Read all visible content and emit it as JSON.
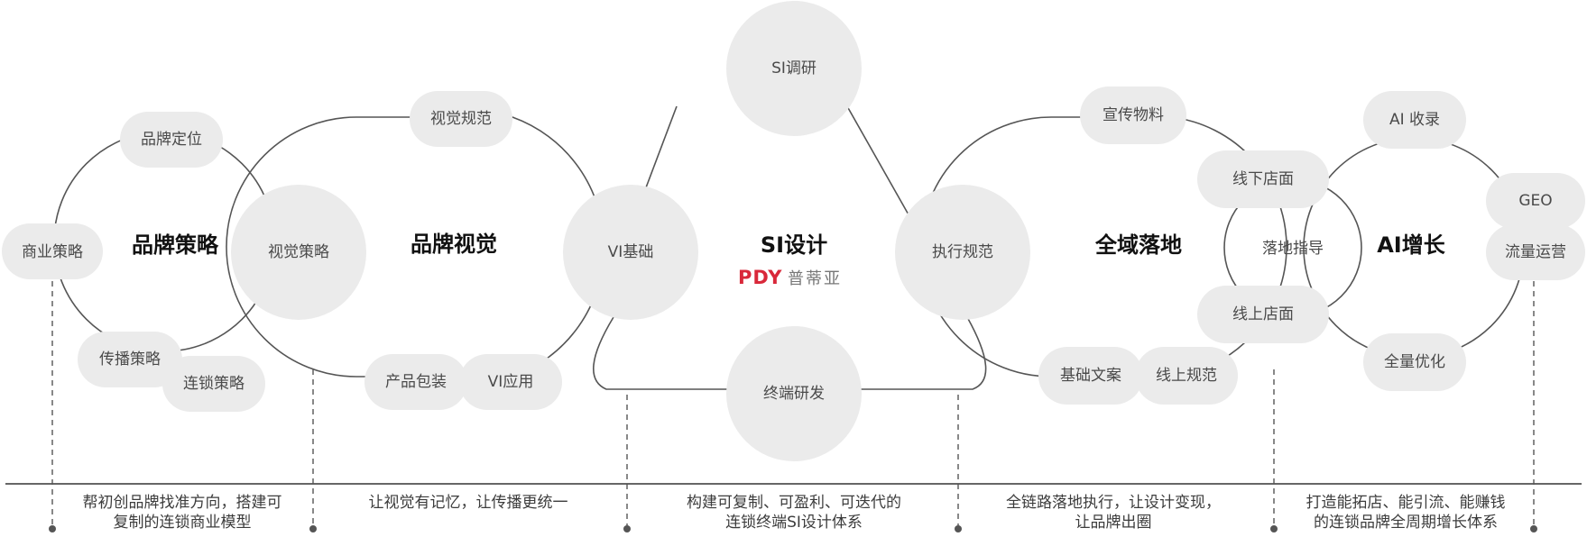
{
  "sections": [
    {
      "id": "brand-strategy",
      "title": "品牌策略",
      "nodes": [
        "品牌定位",
        "商业策略",
        "传播策略",
        "连锁策略",
        "视觉策略"
      ],
      "description": [
        "帮初创品牌找准方向，搭建可",
        "复制的连锁商业模型"
      ]
    },
    {
      "id": "brand-visual",
      "title": "品牌视觉",
      "nodes": [
        "视觉规范",
        "产品包装",
        "VI应用",
        "VI基础"
      ],
      "description": [
        "让视觉有记忆，让传播更统一"
      ]
    },
    {
      "id": "si-design",
      "title": "SI设计",
      "nodes": [
        "SI调研",
        "终端研发",
        "执行规范"
      ],
      "description": [
        "构建可复制、可盈利、可迭代的",
        "连锁终端SI设计体系"
      ]
    },
    {
      "id": "full-landing",
      "title": "全域落地",
      "nodes": [
        "宣传物料",
        "线下店面",
        "落地指导",
        "线上店面",
        "基础文案",
        "线上规范"
      ],
      "description": [
        "全链路落地执行，让设计变现，",
        "让品牌出圈"
      ]
    },
    {
      "id": "ai-growth",
      "title": "AI增长",
      "nodes": [
        "AI 收录",
        "GEO",
        "流量运营",
        "全量优化"
      ],
      "description": [
        "打造能拓店、能引流、能赚钱",
        "的连锁品牌全周期增长体系"
      ]
    }
  ],
  "logo": {
    "mark": "PDY",
    "name": "普蒂亚"
  },
  "colors": {
    "node_fill": "#ebebeb",
    "line": "#555555",
    "logo_red": "#d9283a"
  }
}
